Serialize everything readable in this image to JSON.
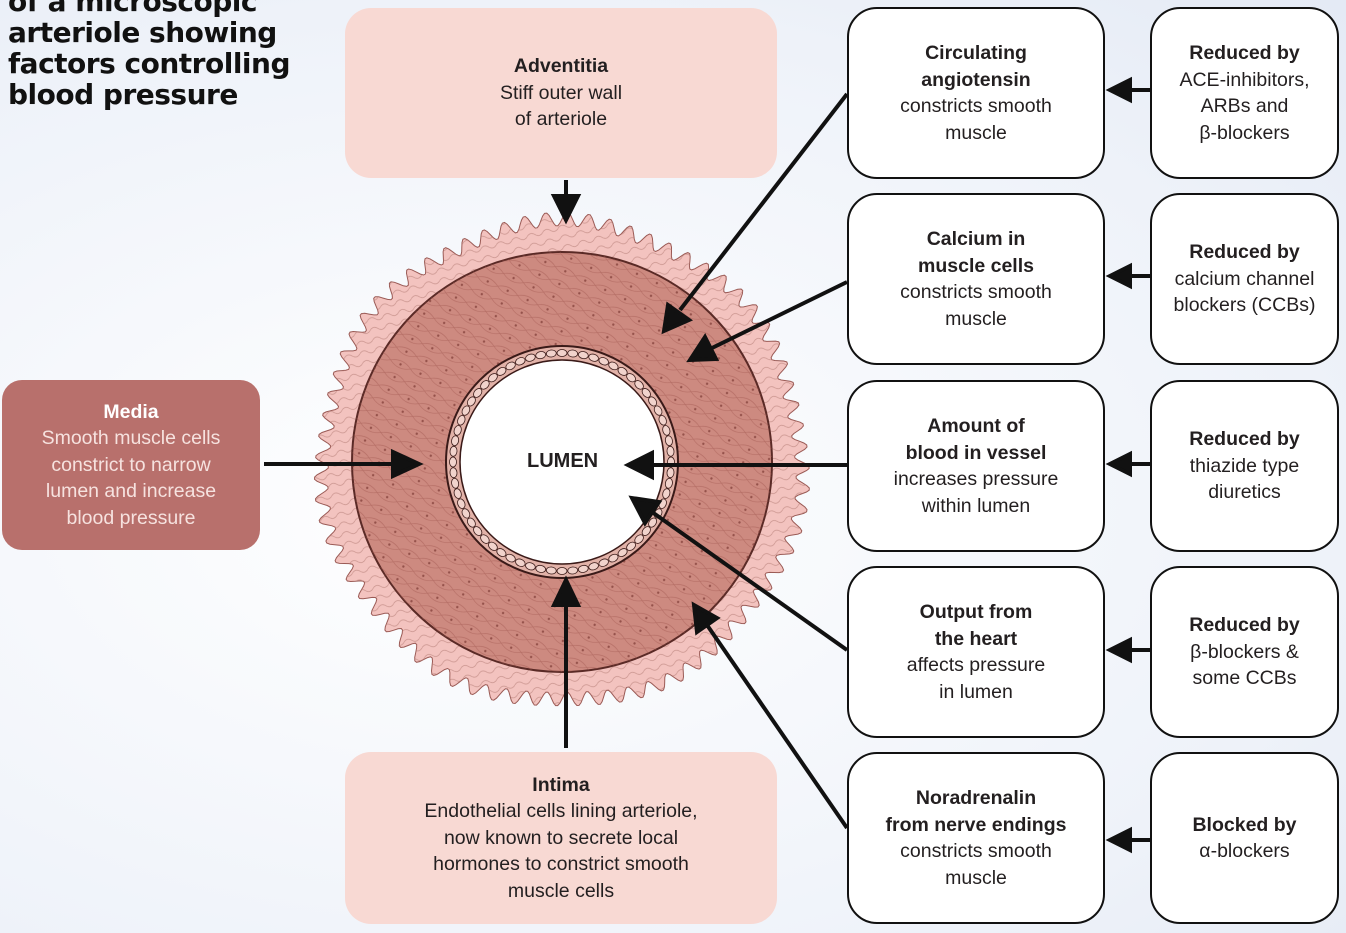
{
  "title": {
    "lines": [
      "of a microscopic",
      "arteriole showing",
      "factors controlling",
      "blood pressure"
    ]
  },
  "adventitia": {
    "heading": "Adventitia",
    "lines": [
      "Stiff outer wall",
      "of arteriole"
    ]
  },
  "media": {
    "heading": "Media",
    "lines": [
      "Smooth muscle cells",
      "constrict to narrow",
      "lumen and increase",
      "blood pressure"
    ]
  },
  "intima": {
    "heading": "Intima",
    "lines": [
      "Endothelial cells lining arteriole,",
      "now known to secrete local",
      "hormones to constrict smooth",
      "muscle cells"
    ]
  },
  "lumen_label": "LUMEN",
  "factors": [
    {
      "heading": [
        "Circulating",
        "angiotensin"
      ],
      "lines": [
        "constricts smooth",
        "muscle"
      ]
    },
    {
      "heading": [
        "Calcium in",
        "muscle cells"
      ],
      "lines": [
        "constricts smooth",
        "muscle"
      ]
    },
    {
      "heading": [
        "Amount of",
        "blood in vessel"
      ],
      "lines": [
        "increases pressure",
        "within lumen"
      ]
    },
    {
      "heading": [
        "Output from",
        "the heart"
      ],
      "lines": [
        "affects pressure",
        "in lumen"
      ]
    },
    {
      "heading": [
        "Noradrenalin",
        "from nerve endings"
      ],
      "lines": [
        "constricts smooth",
        "muscle"
      ]
    }
  ],
  "treatments": [
    {
      "heading": "Reduced by",
      "lines": [
        "ACE-inhibitors,",
        "ARBs and",
        "β-blockers"
      ]
    },
    {
      "heading": "Reduced by",
      "lines": [
        "calcium channel",
        "blockers (CCBs)"
      ]
    },
    {
      "heading": "Reduced by",
      "lines": [
        "thiazide type",
        "diuretics"
      ]
    },
    {
      "heading": "Reduced by",
      "lines": [
        "β-blockers &",
        "some CCBs"
      ]
    },
    {
      "heading": "Blocked by",
      "lines": [
        "α-blockers"
      ]
    }
  ],
  "colors": {
    "adventitia": "#f3c3bf",
    "media": "#cd8a80",
    "endothelium": "#e2b2a8",
    "lumen": "#ffffff",
    "box_pink": "#f8d9d3",
    "box_media": "#b8706c",
    "arrow": "#111111"
  }
}
